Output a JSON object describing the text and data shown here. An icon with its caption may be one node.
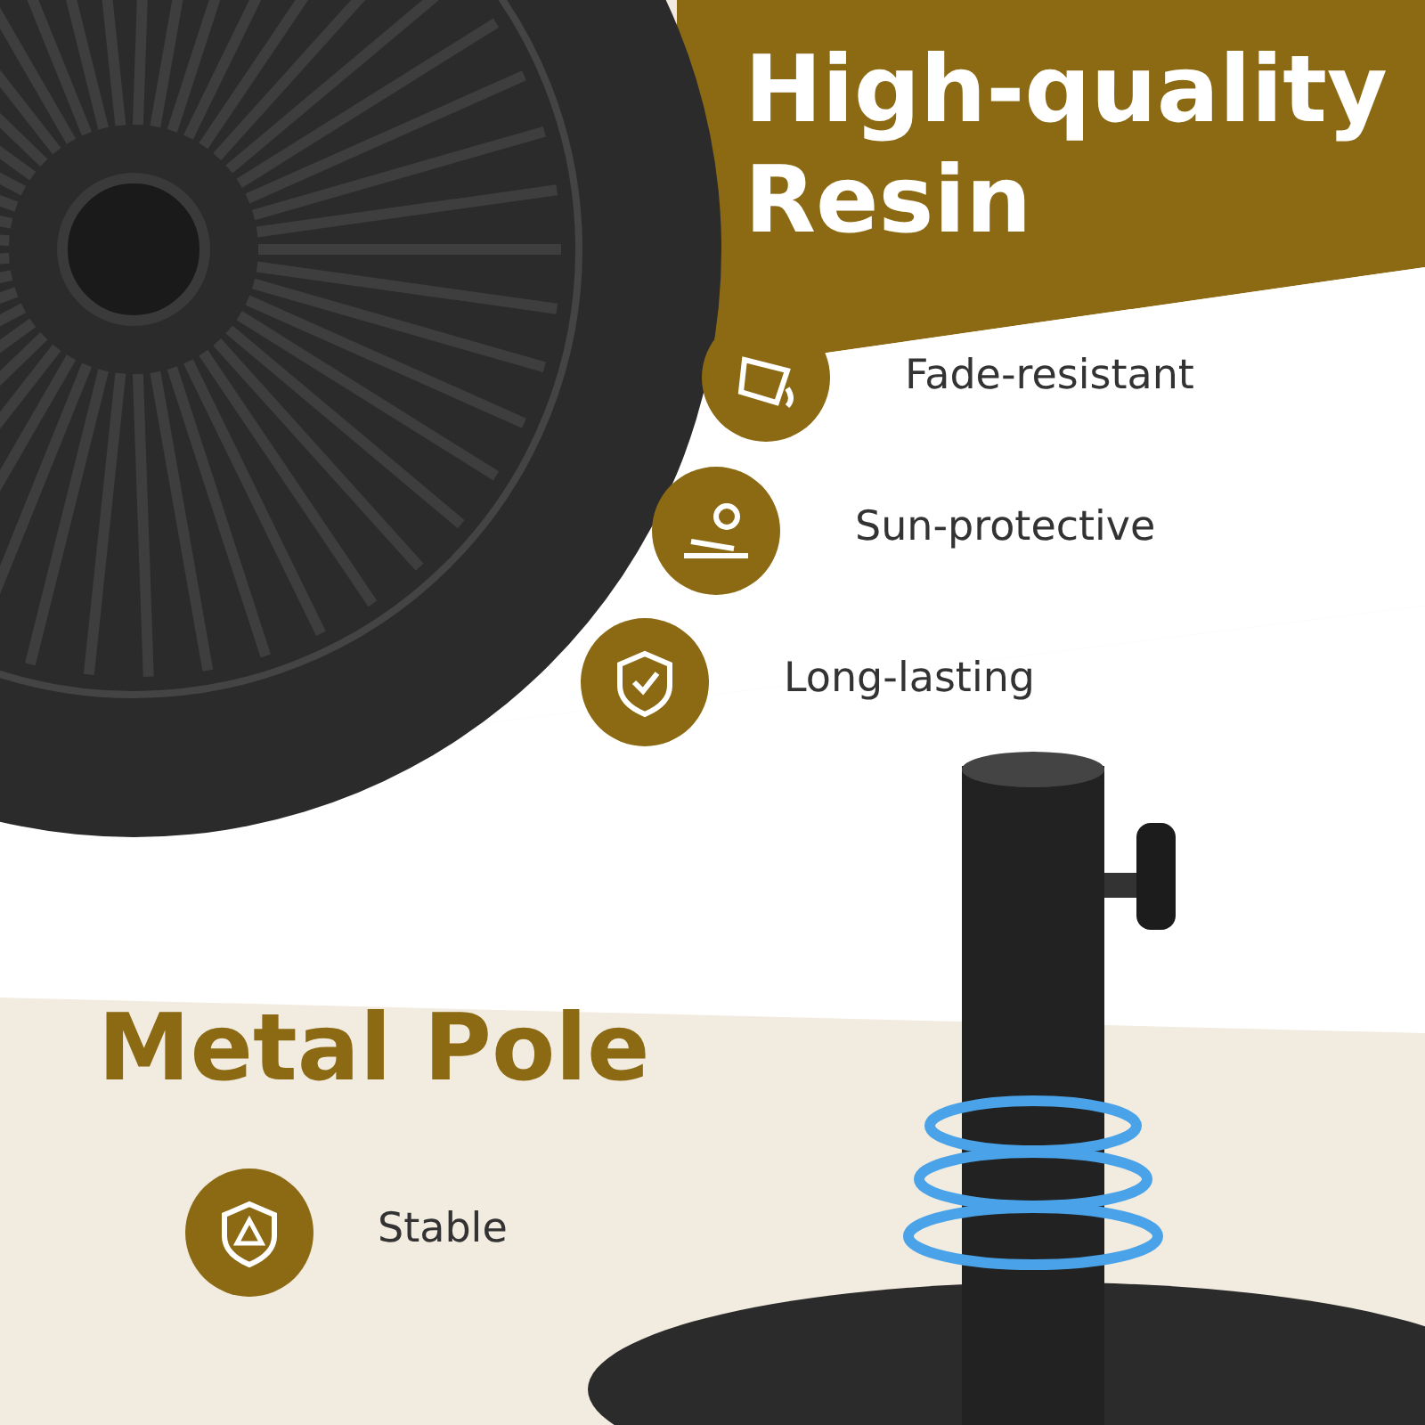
{
  "diagram": {
    "labels": [
      "High-quality Resin",
      "Fade-resistant",
      "Sun-protective",
      "Long-lasting",
      "Metal Pole",
      "Stable"
    ]
  }
}
